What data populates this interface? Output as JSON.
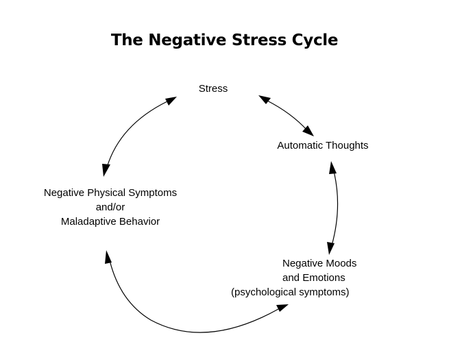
{
  "title": "The Negative Stress Cycle",
  "nodes": {
    "stress": "Stress",
    "automatic_thoughts": "Automatic Thoughts",
    "physical": {
      "line1": "Negative Physical Symptoms",
      "line2": "and/or",
      "line3": "Maladaptive Behavior"
    },
    "moods": {
      "line1": "Negative Moods",
      "line2": "and Emotions",
      "line3": "(psychological symptoms)"
    }
  },
  "connections": [
    {
      "from": "Stress",
      "to": "Automatic Thoughts",
      "direction": "two-way"
    },
    {
      "from": "Automatic Thoughts",
      "to": "Negative Moods and Emotions",
      "direction": "two-way"
    },
    {
      "from": "Negative Moods and Emotions",
      "to": "Negative Physical Symptoms and/or Maladaptive Behavior",
      "direction": "two-way"
    },
    {
      "from": "Negative Physical Symptoms and/or Maladaptive Behavior",
      "to": "Stress",
      "direction": "two-way"
    }
  ]
}
